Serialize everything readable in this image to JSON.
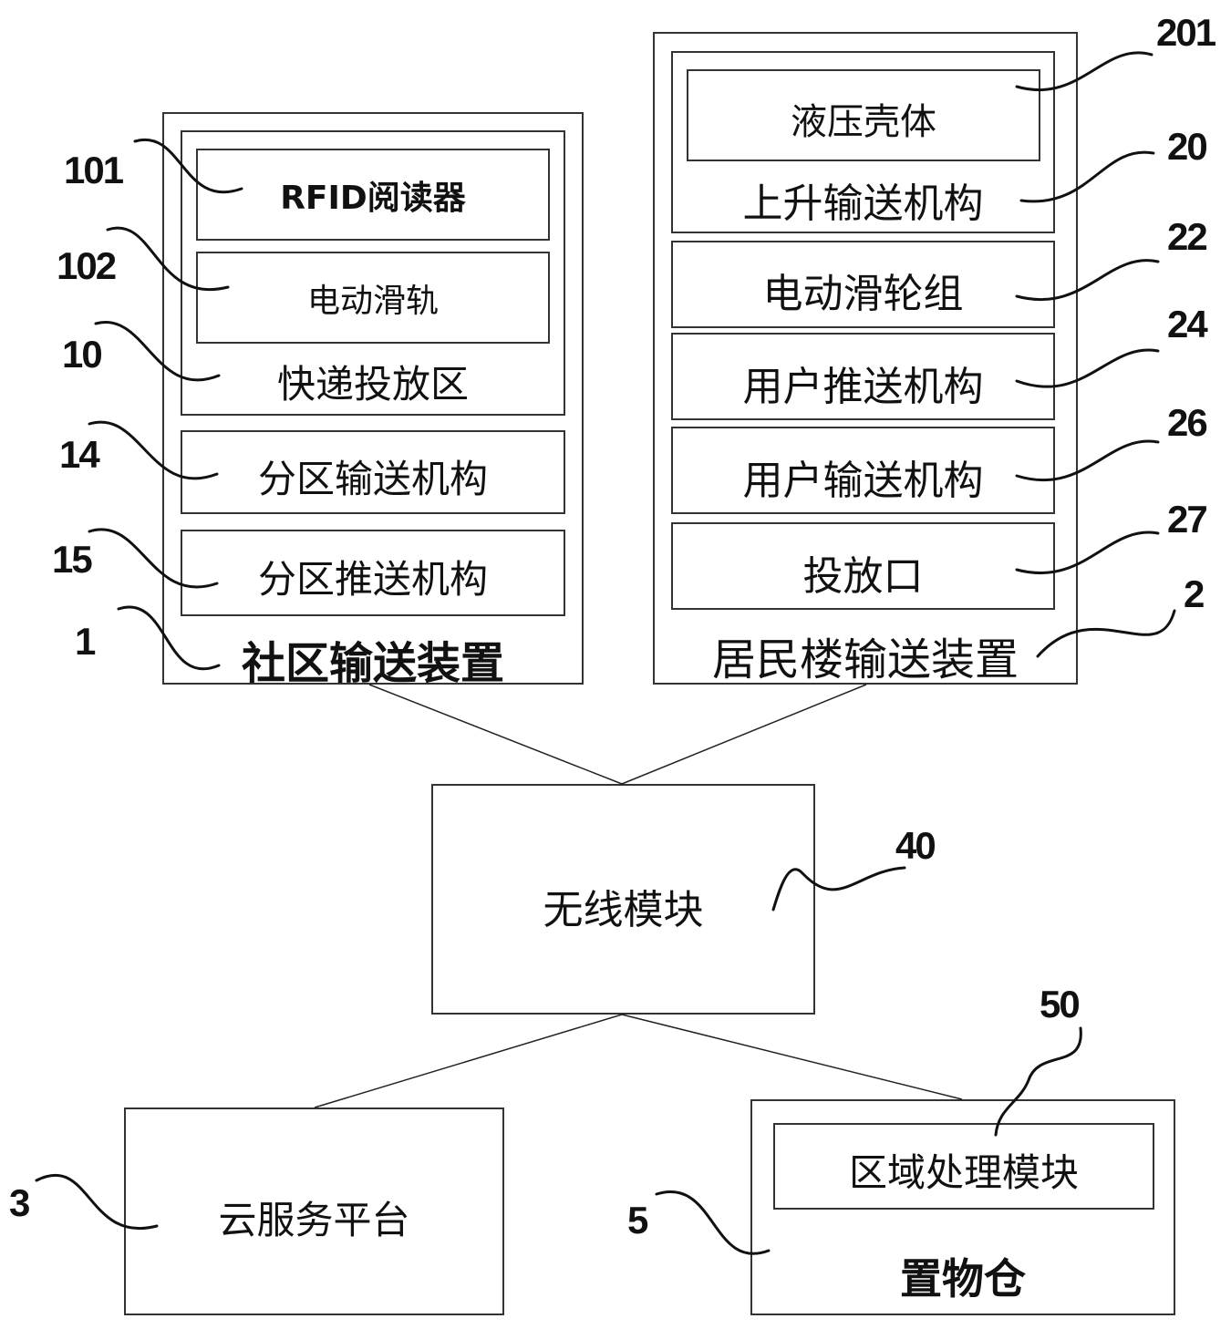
{
  "community": {
    "title": "社区输送装置",
    "delivery_zone": {
      "label": "快递投放区",
      "rfid": "RFID阅读器",
      "rail": "电动滑轨"
    },
    "partition_conveyor": "分区输送机构",
    "partition_pusher": "分区推送机构"
  },
  "building": {
    "title": "居民楼输送装置",
    "lift": {
      "label": "上升输送机构",
      "housing": "液压壳体"
    },
    "pulley": "电动滑轮组",
    "user_pusher": "用户推送机构",
    "user_conveyor": "用户输送机构",
    "drop_port": "投放口"
  },
  "wireless": "无线模块",
  "cloud": "云服务平台",
  "storage": {
    "label": "置物仓",
    "processor": "区域处理模块"
  },
  "refs": {
    "r101": "101",
    "r102": "102",
    "r10": "10",
    "r14": "14",
    "r15": "15",
    "r1": "1",
    "r201": "201",
    "r20": "20",
    "r22": "22",
    "r24": "24",
    "r26": "26",
    "r27": "27",
    "r2": "2",
    "r40": "40",
    "r50": "50",
    "r3": "3",
    "r5": "5"
  }
}
